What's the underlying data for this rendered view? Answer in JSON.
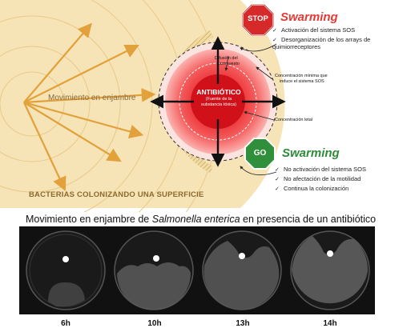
{
  "diagram": {
    "colony_label": "BACTERIAS COLONIZANDO UNA SUPERFICIE",
    "swarm_move_label": "Movimiento en enjambre",
    "antibiotic_title": "ANTIBIÓTICO",
    "antibiotic_sub1": "(Fuente de la",
    "antibiotic_sub2": "substancia tóxica)",
    "diffusion_label1": "Difusión del",
    "diffusion_label2": "compuesto",
    "min_conc_label1": "Concentración mínima que",
    "min_conc_label2": "induce el sistema SOS",
    "lethal_conc_label": "Concentración letal",
    "stop_sign": {
      "text": "STOP",
      "color": "#d62a2a"
    },
    "go_sign": {
      "text": "GO",
      "color": "#2f8f3a"
    },
    "stop_title": "Swarming",
    "stop_items": [
      "Activación del sistema SOS",
      "Desorganización de los arrays de quimiorreceptores"
    ],
    "go_title": "Swarming",
    "go_items": [
      "No activación del sistema SOS",
      "No afectación de la motilidad",
      "Continua la colonización"
    ]
  },
  "caption": {
    "before": "Movimiento  en enjambre de ",
    "species": "Salmonella enterica",
    "after": " en presencia de un antibiótico"
  },
  "timepoints": [
    "6h",
    "10h",
    "13h",
    "14h"
  ],
  "colors": {
    "colony": "#f4dfb0",
    "arrow": "#e2a13a",
    "stop_red": "#e53935",
    "go_green": "#2e8b3a"
  }
}
